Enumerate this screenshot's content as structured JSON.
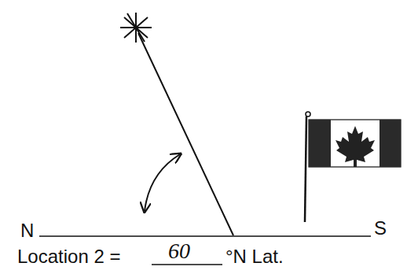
{
  "diagram": {
    "labels": [
      "N",
      "S",
      "Location 2 =",
      "60",
      "°N Lat."
    ]
  }
}
